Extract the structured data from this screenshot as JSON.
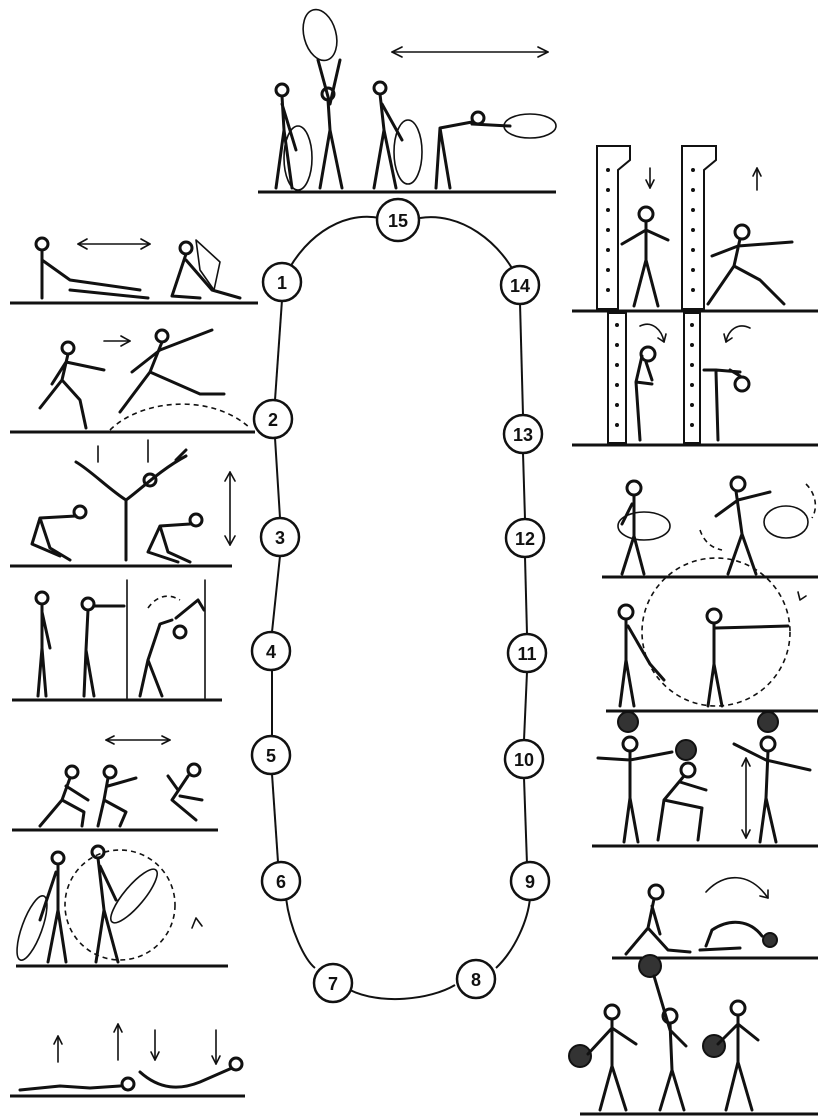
{
  "stations": [
    {
      "id": "1",
      "label": "1"
    },
    {
      "id": "2",
      "label": "2"
    },
    {
      "id": "3",
      "label": "3"
    },
    {
      "id": "4",
      "label": "4"
    },
    {
      "id": "5",
      "label": "5"
    },
    {
      "id": "6",
      "label": "6"
    },
    {
      "id": "7",
      "label": "7"
    },
    {
      "id": "8",
      "label": "8"
    },
    {
      "id": "9",
      "label": "9"
    },
    {
      "id": "10",
      "label": "10"
    },
    {
      "id": "11",
      "label": "11"
    },
    {
      "id": "12",
      "label": "12"
    },
    {
      "id": "13",
      "label": "13"
    },
    {
      "id": "14",
      "label": "14"
    },
    {
      "id": "15",
      "label": "15"
    }
  ]
}
